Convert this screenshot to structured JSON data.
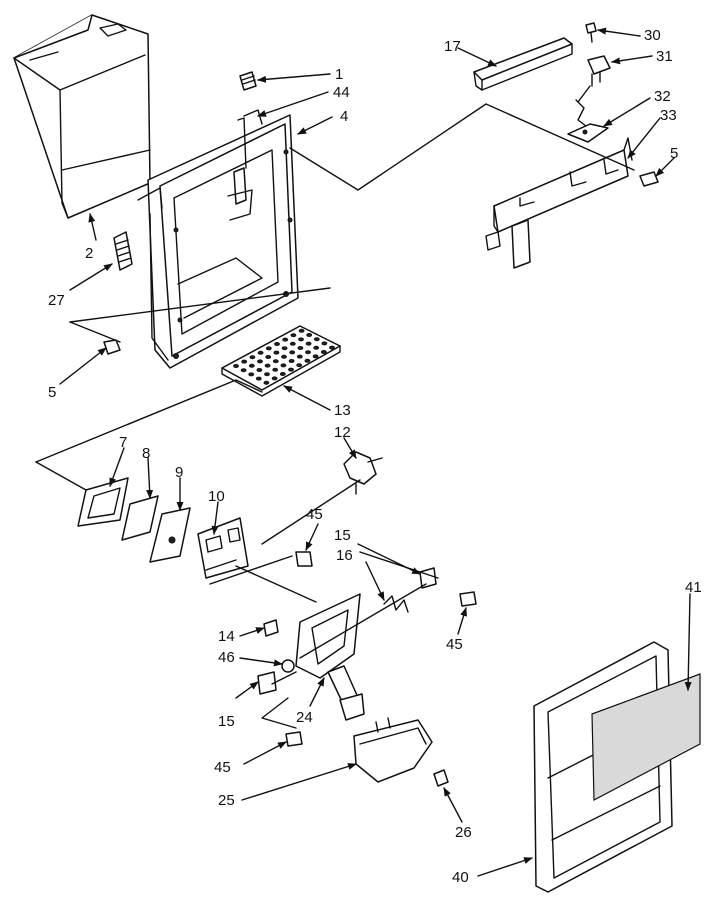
{
  "diagram": {
    "callouts": {
      "c1": "1",
      "c44": "44",
      "c4": "4",
      "c2": "2",
      "c27": "27",
      "c5a": "5",
      "c13": "13",
      "c12": "12",
      "c17": "17",
      "c30": "30",
      "c31": "31",
      "c32": "32",
      "c33": "33",
      "c5b": "5",
      "c7": "7",
      "c8": "8",
      "c9": "9",
      "c10": "10",
      "c45a": "45",
      "c15a": "15",
      "c16": "16",
      "c45b": "45",
      "c14": "14",
      "c46": "46",
      "c15b": "15",
      "c24": "24",
      "c45c": "45",
      "c25": "25",
      "c26": "26",
      "c41": "41",
      "c40": "40"
    }
  }
}
